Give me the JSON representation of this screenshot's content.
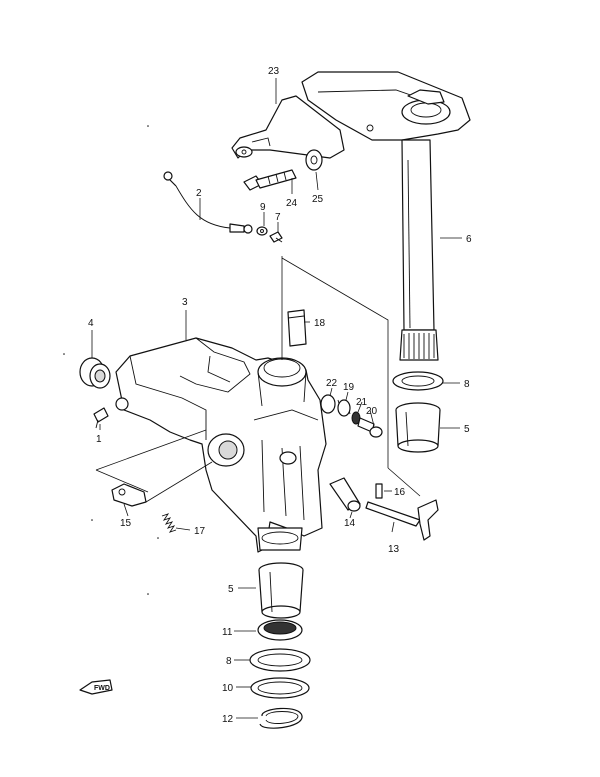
{
  "callouts": [
    {
      "id": "c1",
      "label": "1"
    },
    {
      "id": "c2",
      "label": "2"
    },
    {
      "id": "c3",
      "label": "3"
    },
    {
      "id": "c4",
      "label": "4"
    },
    {
      "id": "c5a",
      "label": "5"
    },
    {
      "id": "c5b",
      "label": "5"
    },
    {
      "id": "c6",
      "label": "6"
    },
    {
      "id": "c7",
      "label": "7"
    },
    {
      "id": "c8a",
      "label": "8"
    },
    {
      "id": "c8b",
      "label": "8"
    },
    {
      "id": "c9",
      "label": "9"
    },
    {
      "id": "c10",
      "label": "10"
    },
    {
      "id": "c11",
      "label": "11"
    },
    {
      "id": "c12",
      "label": "12"
    },
    {
      "id": "c13",
      "label": "13"
    },
    {
      "id": "c14",
      "label": "14"
    },
    {
      "id": "c15",
      "label": "15"
    },
    {
      "id": "c16",
      "label": "16"
    },
    {
      "id": "c17",
      "label": "17"
    },
    {
      "id": "c18",
      "label": "18"
    },
    {
      "id": "c19",
      "label": "19"
    },
    {
      "id": "c20",
      "label": "20"
    },
    {
      "id": "c21",
      "label": "21"
    },
    {
      "id": "c22",
      "label": "22"
    },
    {
      "id": "c23",
      "label": "23"
    },
    {
      "id": "c24",
      "label": "24"
    },
    {
      "id": "c25",
      "label": "25"
    }
  ],
  "direction_marker": {
    "text": "FWD",
    "icon": "forward-arrow-icon"
  }
}
